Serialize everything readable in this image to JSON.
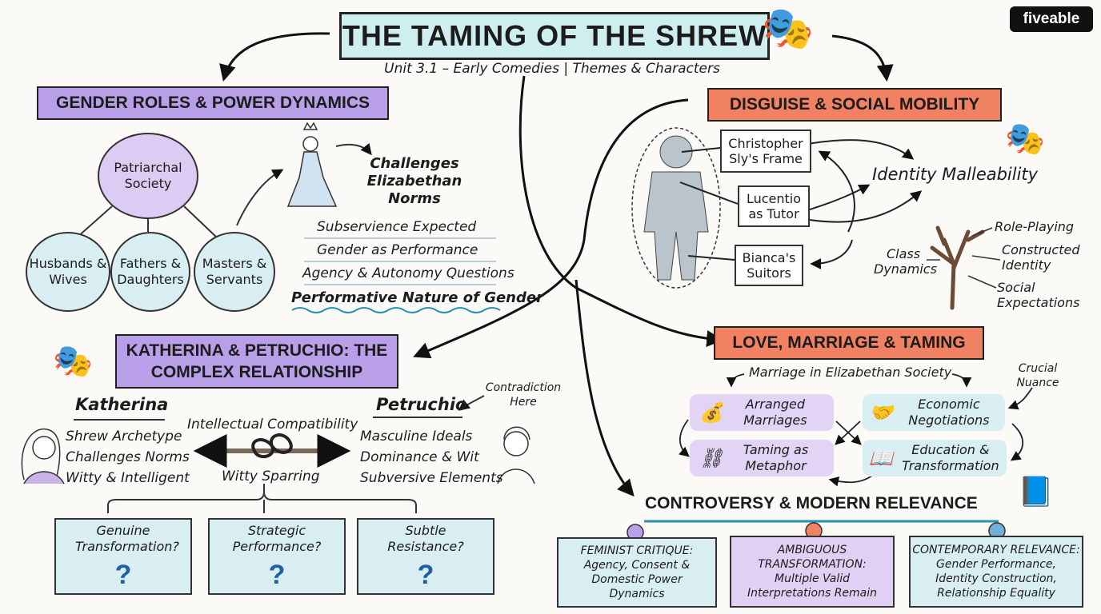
{
  "title": "THE TAMING OF THE SHREW",
  "subtitle": "Unit 3.1 – Early Comedies | Themes & Characters",
  "logo": "fiveable",
  "gender": {
    "heading": "GENDER ROLES & POWER DYNAMICS",
    "center": "Patriarchal Society",
    "nodes": [
      "Husbands & Wives",
      "Fathers & Daughters",
      "Masters & Servants"
    ],
    "challenge": "Challenges Elizabethan Norms",
    "points": [
      "Subservience Expected",
      "Gender as Performance",
      "Agency & Autonomy Questions",
      "Performative Nature of Gender"
    ]
  },
  "disguise": {
    "heading": "DISGUISE & SOCIAL MOBILITY",
    "labels": [
      "Christopher Sly's Frame",
      "Lucentio as Tutor",
      "Bianca's Suitors"
    ],
    "identity": "Identity Malleability",
    "tree_left": "Class Dynamics",
    "tree_right": [
      "Role-Playing",
      "Constructed Identity",
      "Social Expectations"
    ]
  },
  "relationship": {
    "heading": "KATHERINA & PETRUCHIO: THE COMPLEX RELATIONSHIP",
    "katherina": {
      "name": "Katherina",
      "traits": [
        "Shrew Archetype",
        "Challenges Norms",
        "Witty & Intelligent"
      ]
    },
    "petruchio": {
      "name": "Petruchio",
      "traits": [
        "Masculine Ideals",
        "Dominance & Wit",
        "Subversive Elements"
      ]
    },
    "top_link": "Intellectual Compatibility",
    "bottom_link": "Witty Sparring",
    "note": "Contradiction Here",
    "questions": [
      "Genuine Transformation?",
      "Strategic Performance?",
      "Subtle Resistance?"
    ],
    "qmark": "?"
  },
  "love": {
    "heading": "LOVE, MARRIAGE & TAMING",
    "sub": "Marriage in Elizabethan Society",
    "note": "Crucial Nuance",
    "items": [
      "Arranged Marriages",
      "Economic Negotiations",
      "Taming as Metaphor",
      "Education & Transformation"
    ]
  },
  "controversy": {
    "heading": "CONTROVERSY & MODERN RELEVANCE",
    "boxes": [
      {
        "title": "FEMINIST CRITIQUE:",
        "body": "Agency, Consent & Domestic Power Dynamics"
      },
      {
        "title": "AMBIGUOUS TRANSFORMATION:",
        "body": "Multiple Valid Interpretations Remain"
      },
      {
        "title": "CONTEMPORARY RELEVANCE:",
        "body": "Gender Performance, Identity Construction, Relationship Equality"
      }
    ]
  },
  "colors": {
    "purple": "#b99ee8",
    "red": "#f08163",
    "teal": "#cfeef0",
    "lightblue": "#d8eef2",
    "lavender": "#dccbf2"
  }
}
